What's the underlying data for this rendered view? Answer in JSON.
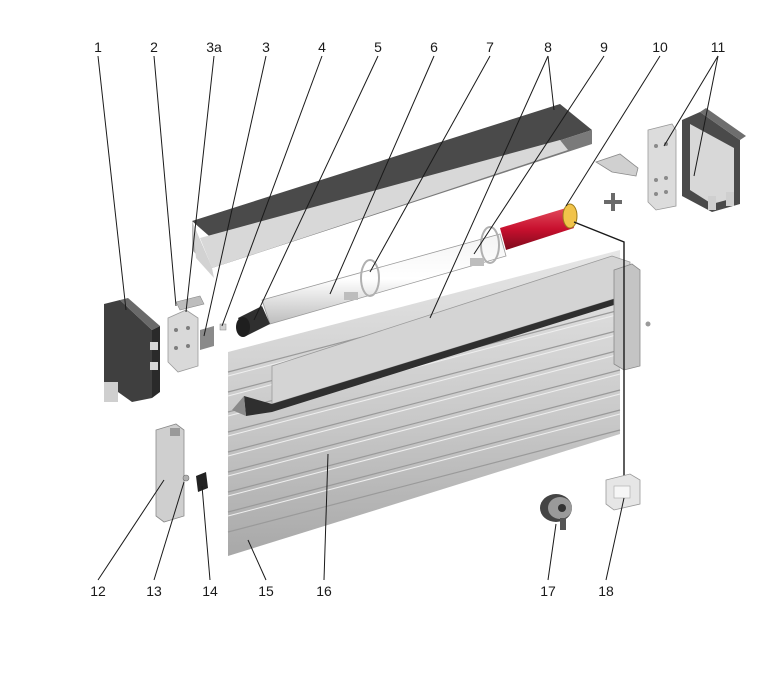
{
  "labels": {
    "n1": "1",
    "n2": "2",
    "n3a": "3a",
    "n3": "3",
    "n4": "4",
    "n5": "5",
    "n6": "6",
    "n7": "7",
    "n8": "8",
    "n9": "9",
    "n10": "10",
    "n11": "11",
    "n12": "12",
    "n13": "13",
    "n14": "14",
    "n15": "15",
    "n16": "16",
    "n17": "17",
    "n18": "18"
  },
  "colors": {
    "aluminium": "#c7c7c7",
    "aluminium_dark": "#9b9b9b",
    "box_top": "#4a4a4a",
    "motor_red": "#c8102e",
    "end_cap": "#3a3a3a"
  }
}
